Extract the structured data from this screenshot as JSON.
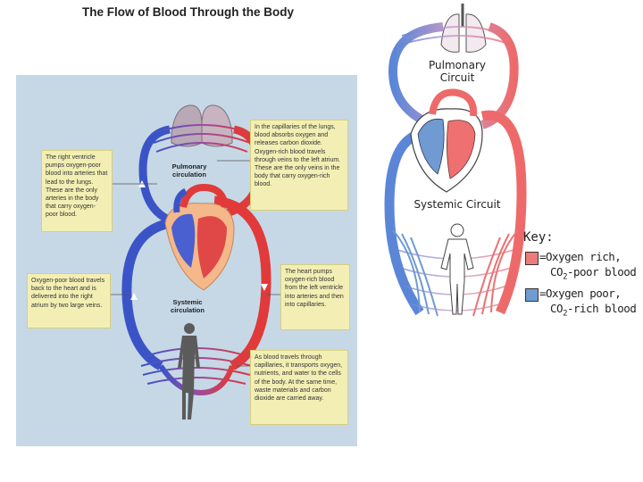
{
  "title": "The Flow of Blood Through the Body",
  "left_diagram": {
    "pulmonary_label": [
      "Pulmonary",
      "circulation"
    ],
    "systemic_label": [
      "Systemic",
      "circulation"
    ],
    "callouts": {
      "right_ventricle": "The right ventricle pumps oxygen-poor blood into arteries that lead to the lungs. These are the only arteries in the body that carry oxygen-poor blood.",
      "lung_capillaries": "In the capillaries of the lungs, blood absorbs oxygen and releases carbon dioxide. Oxygen-rich blood travels through veins to the left atrium. These are the only veins in the body that carry oxygen-rich blood.",
      "oxygen_poor_return": "Oxygen-poor blood travels back to the heart and is delivered into the right atrium by two large veins.",
      "heart_pumps": "The heart pumps oxygen-rich blood from the left ventricle into arteries and then into capillaries.",
      "capillaries": "As blood travels through capillaries, it transports oxygen, nutrients, and water to the cells of the body. At the same time, waste materials and carbon dioxide are carried away."
    }
  },
  "right_diagram": {
    "pulmonary_label": [
      "Pulmonary",
      "Circuit"
    ],
    "systemic_label": "Systemic Circuit",
    "key": {
      "title": "Key:",
      "items": [
        {
          "line1": "=Oxygen rich,",
          "co2": "CO",
          "sub": "2",
          "line2_rest": "-poor blood",
          "color": "#ee7b7b"
        },
        {
          "line1": "=Oxygen poor,",
          "co2": "CO",
          "sub": "2",
          "line2_rest": "-rich blood",
          "color": "#6f9bd2"
        }
      ]
    }
  },
  "colors": {
    "oxygen_rich": "#e03a3a",
    "oxygen_poor": "#3a54c8",
    "panel_bg": "#c6d8e6",
    "callout_bg": "#f3efb4"
  }
}
